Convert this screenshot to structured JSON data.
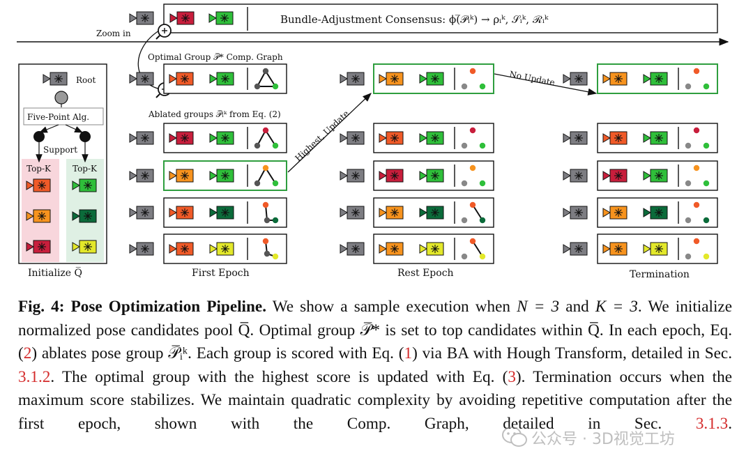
{
  "figure": {
    "top_bar": {
      "zoom_label": "Zoom in",
      "consensus_text": "Bundle-Adjustment Consensus: ϕ(̅𝒫ᵢᵏ) → ρᵢᵏ, 𝒮ᵢᵏ, ℛᵢᵏ"
    },
    "init_panel": {
      "root_label": "Root",
      "algorithm_label": "Five-Point Alg.",
      "support_label": "Support",
      "topk_left_label": "Top-K",
      "topk_right_label": "Top-K",
      "title": "Initialize Q̅"
    },
    "first_epoch": {
      "optimal_label": "Optimal Group 𝒫̅* Comp. Graph",
      "ablated_label": "Ablated groups 𝒫̅ᵢᵏ from Eq. (2)",
      "update_label": "Highest, Update",
      "title": "First Epoch"
    },
    "rest_epoch": {
      "title": "Rest Epoch",
      "no_update_label": "No Update"
    },
    "termination": {
      "title": "Termination"
    },
    "colors": {
      "red": "#c81e3c",
      "orange_red": "#f05a28",
      "orange": "#f7931e",
      "green": "#2fbf3a",
      "dark_green": "#0b6b3a",
      "yellow": "#e3e82a",
      "gray_camera": "#7d7d82",
      "highlight_green": "#2e9e3e",
      "topk_left_bg": "#f8d6dc",
      "topk_right_bg": "#dff0e4",
      "eq_ref": "#d42a2a"
    }
  },
  "caption": {
    "lead": "Fig. 4: Pose Optimization Pipeline.",
    "s1": " We show a sample execution when ",
    "n_eq": "N = 3",
    "s2": " and ",
    "k_eq": "K = 3",
    "s3": ". We initialize normalized pose candidates pool Q̅. Optimal group 𝒫̅* is set to top candidates within Q̅. In each epoch, Eq. (",
    "ref2a": "2",
    "s4": ") ablates pose group 𝒫̅ᵢᵏ. Each group is scored with Eq. (",
    "ref1": "1",
    "s5": ") via BA with Hough Transform, detailed in Sec. ",
    "ref312": "3.1.2",
    "s6": ". The optimal group with the highest score is updated with Eq. (",
    "ref3": "3",
    "s7": "). Termination occurs when the maximum score stabilizes. We maintain quadratic complexity by avoiding repetitive computation after the first epoch, shown with the Comp. Graph, detailed in Sec. ",
    "ref313": "3.1.3",
    "s8": "."
  },
  "watermark": {
    "text": "公众号 · 3D视觉工坊"
  }
}
